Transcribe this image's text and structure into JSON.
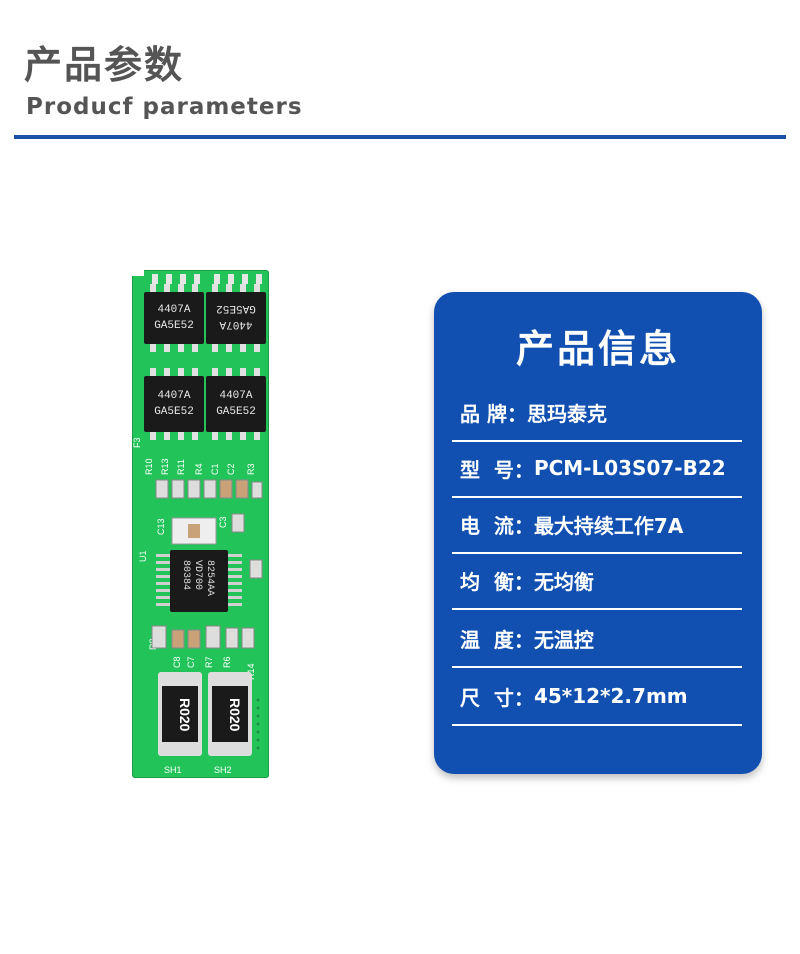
{
  "header": {
    "title_cn": "产品参数",
    "title_en": "Producf  parameters"
  },
  "pcb": {
    "chip_top_left": [
      "4407A",
      "GA5E52"
    ],
    "chip_top_right": [
      "GA5E52",
      "4407A"
    ],
    "chip_mid_left": [
      "4407A",
      "GA5E52"
    ],
    "chip_mid_right": [
      "4407A",
      "GA5E52"
    ],
    "ic_text": [
      "8254AA",
      "VD700",
      "80384"
    ],
    "shunt_text": "R020",
    "labels": {
      "f3": "F3",
      "r10": "R10",
      "r13": "R13",
      "r11": "R11",
      "r4": "R4",
      "c1": "C1",
      "c2": "C2",
      "r3": "R3",
      "c13": "C13",
      "c3": "C3",
      "u1": "U1",
      "r8": "R8",
      "c8": "C8",
      "c7": "C7",
      "r7": "R7",
      "r6": "R6",
      "r14": "R14",
      "sh1": "SH1",
      "sh2": "SH2"
    }
  },
  "card": {
    "title": "产品信息",
    "rows": [
      {
        "label": "品 牌：",
        "value": "思玛泰克"
      },
      {
        "label": "型  号：",
        "value": "PCM-L03S07-B22"
      },
      {
        "label": "电  流：",
        "value": "最大持续工作7A"
      },
      {
        "label": "均  衡：",
        "value": "无均衡"
      },
      {
        "label": "温  度：",
        "value": "无温控"
      },
      {
        "label": "尺  寸：",
        "value": "45*12*2.7mm"
      }
    ]
  },
  "colors": {
    "accent_blue": "#1150b0",
    "rule_blue": "#1b4fa8",
    "pcb_green": "#22c45a",
    "heading_gray": "#555555"
  }
}
